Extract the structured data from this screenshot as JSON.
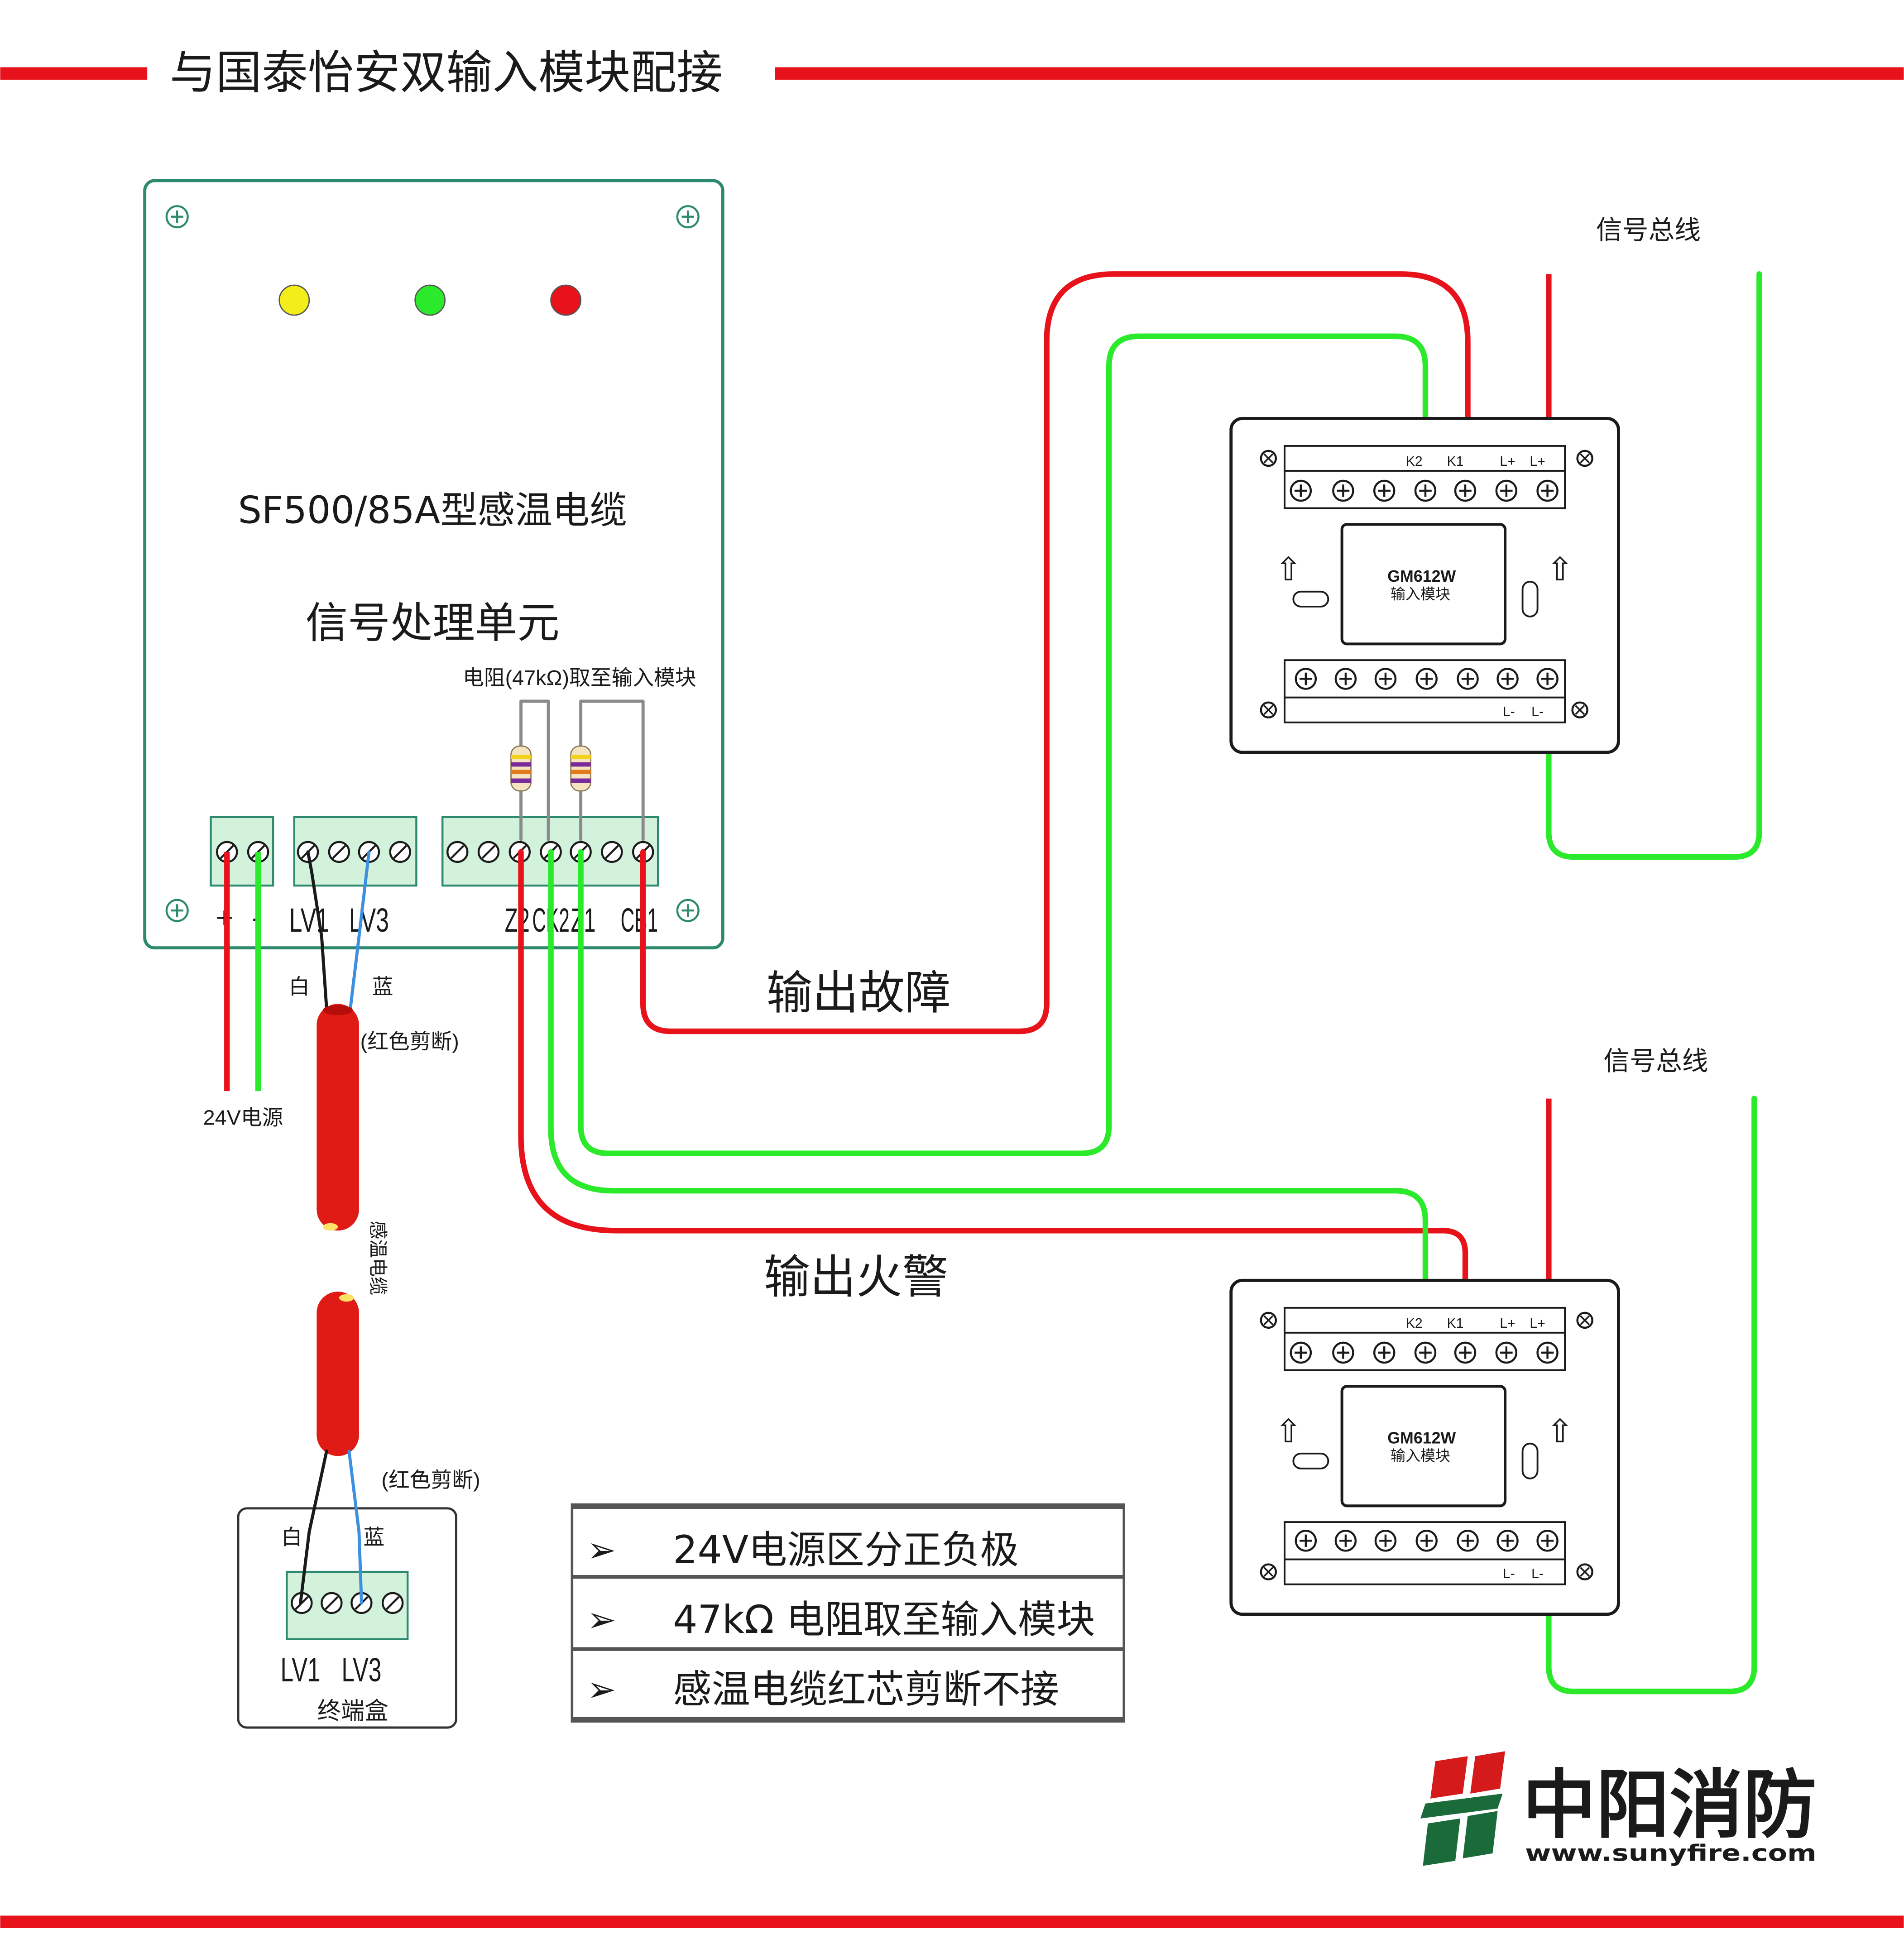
{
  "title": "与国泰怡安双输入模块配接",
  "colors": {
    "red": "#e8121b",
    "green": "#2bea2b",
    "blue": "#3d8fe0",
    "teal": "#2e8a6e",
    "terminal_green": "#d2f2dc",
    "led_yellow": "#f3ee1a",
    "led_green": "#2bea2b",
    "led_red": "#e8121b",
    "cable_red": "#e01a14"
  },
  "processor": {
    "title": "SF500/85A型感温电缆",
    "subtitle": "信号处理单元",
    "resistor_note": "电阻(47kΩ)取至输入模块",
    "terminal_labels": {
      "plus": "+",
      "minus": "-",
      "lv1": "LV1",
      "lv3": "LV3",
      "z2": "Z2",
      "ck2": "CK2",
      "z1": "Z1",
      "cb1": "CB1"
    }
  },
  "power": {
    "label": "24V电源"
  },
  "cable": {
    "white_label": "白",
    "blue_label": "蓝",
    "cut_note": "(红色剪断)",
    "name": "感温电缆"
  },
  "terminal_box": {
    "white_label": "白",
    "blue_label": "蓝",
    "cut_note": "(红色剪断)",
    "lv1": "LV1",
    "lv3": "LV3",
    "name": "终端盒"
  },
  "outputs": {
    "fault": "输出故障",
    "fire": "输出火警"
  },
  "modules": [
    {
      "model": "GM612W",
      "name": "输入模块",
      "top_labels": {
        "k2": "K2",
        "k1": "K1",
        "lplus1": "L+",
        "lplus2": "L+"
      },
      "bottom_labels": {
        "lminus1": "L-",
        "lminus2": "L-"
      },
      "bus_label": "信号总线",
      "arrow": "⇧"
    },
    {
      "model": "GM612W",
      "name": "输入模块",
      "top_labels": {
        "k2": "K2",
        "k1": "K1",
        "lplus1": "L+",
        "lplus2": "L+"
      },
      "bottom_labels": {
        "lminus1": "L-",
        "lminus2": "L-"
      },
      "bus_label": "信号总线",
      "arrow": "⇧"
    }
  ],
  "notes": {
    "bullet": "➢",
    "items": [
      "24V电源区分正负极",
      "47kΩ 电阻取至输入模块",
      "感温电缆红芯剪断不接"
    ]
  },
  "brand": {
    "name": "中阳消防",
    "url": "www.sunyfire.com"
  }
}
